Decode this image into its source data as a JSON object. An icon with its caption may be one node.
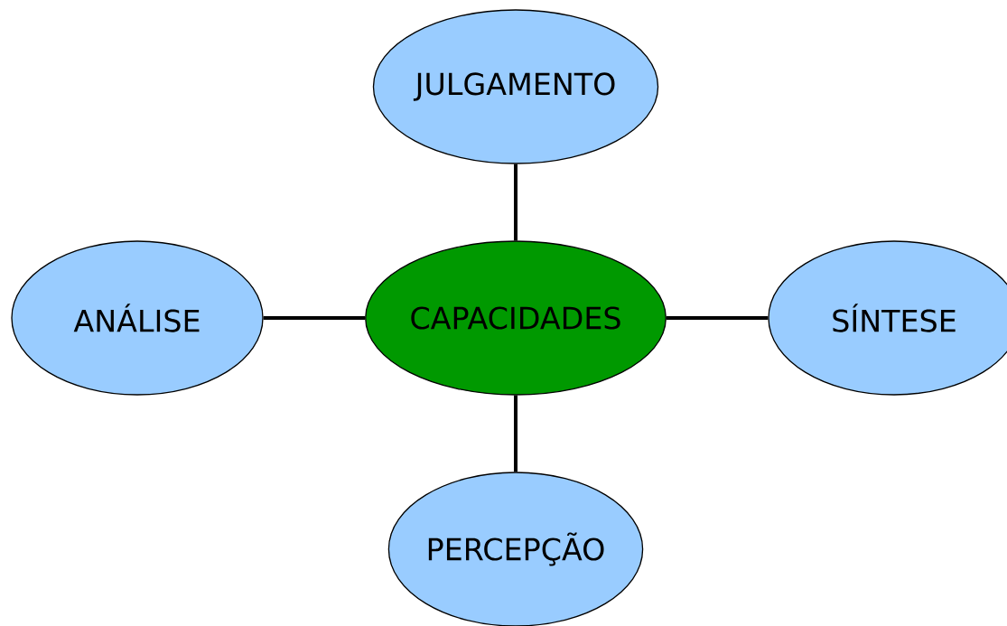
{
  "diagram": {
    "nodes": [
      {
        "text": [
          "JULGAMENTO"
        ]
      },
      {
        "text": [
          "ANÁLISE"
        ]
      },
      {
        "text": [
          "CAPACIDADES"
        ]
      },
      {
        "text": [
          "SÍNTESE"
        ]
      },
      {
        "text": [
          "PERCEPÇÃO"
        ]
      }
    ],
    "edges": [
      {
        "from": 2,
        "to": 0,
        "arrow": "none"
      },
      {
        "from": 1,
        "to": 2,
        "arrow": "none"
      },
      {
        "from": 2,
        "to": 3,
        "arrow": "none"
      },
      {
        "from": 2,
        "to": 4,
        "arrow": "none"
      }
    ]
  }
}
